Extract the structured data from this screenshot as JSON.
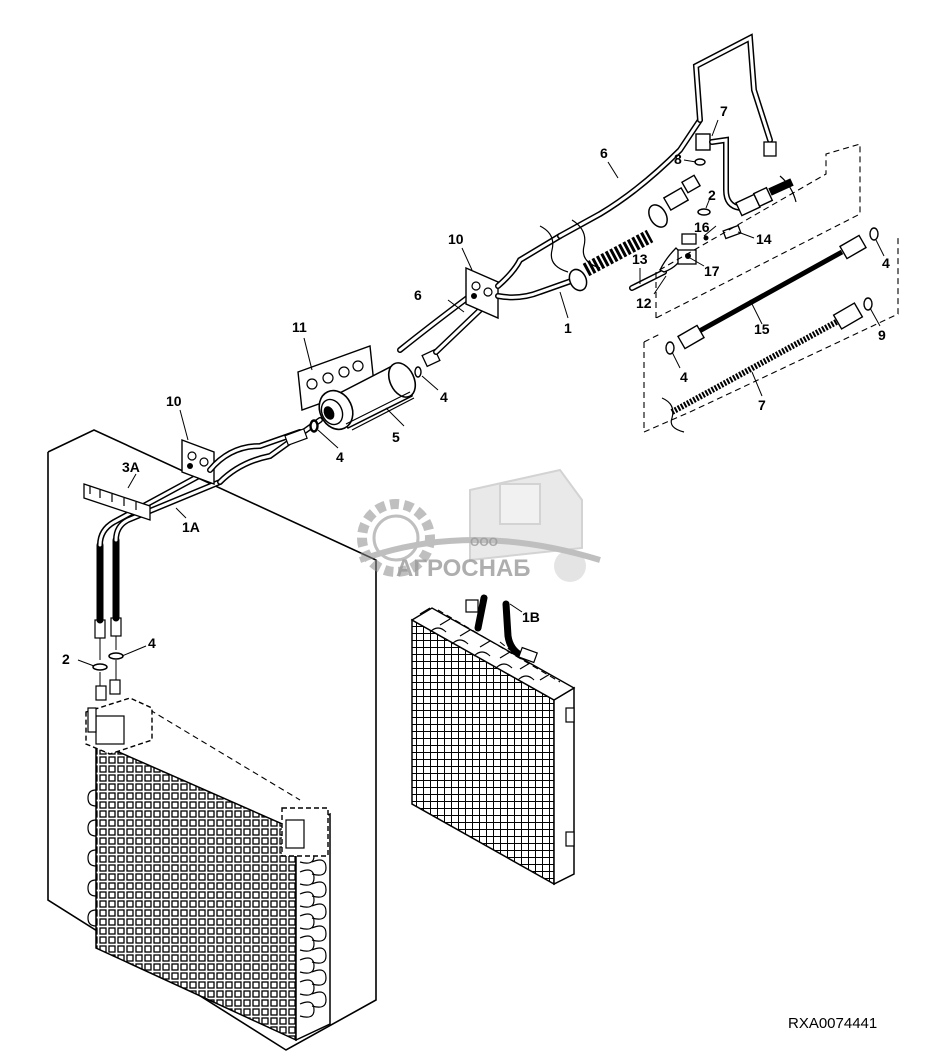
{
  "figure_id": "RXA0074441",
  "watermark": {
    "small_text": "ООО",
    "brand_text": "АГРОСНАБ",
    "colors": {
      "gear": "#8c8c8c",
      "text": "#9a9a9a"
    }
  },
  "callouts": {
    "c1": "1",
    "c1a": "1A",
    "c1b": "1B",
    "c2_left": "2",
    "c2_right": "2",
    "c3a": "3A",
    "c4_a": "4",
    "c4_b": "4",
    "c4_c": "4",
    "c4_d": "4",
    "c4_e": "4",
    "c5": "5",
    "c6_a": "6",
    "c6_b": "6",
    "c7_a": "7",
    "c7_b": "7",
    "c8": "8",
    "c9": "9",
    "c10_a": "10",
    "c10_b": "10",
    "c11": "11",
    "c12": "12",
    "c13": "13",
    "c14": "14",
    "c15": "15",
    "c16": "16",
    "c17": "17"
  }
}
